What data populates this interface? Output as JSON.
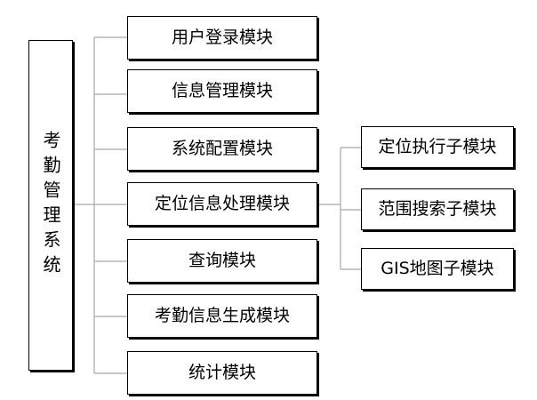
{
  "root": {
    "label": "考勤管理系统"
  },
  "modules": [
    {
      "label": "用户登录模块"
    },
    {
      "label": "信息管理模块"
    },
    {
      "label": "系统配置模块"
    },
    {
      "label": "定位信息处理模块"
    },
    {
      "label": "查询模块"
    },
    {
      "label": "考勤信息生成模块"
    },
    {
      "label": "统计模块"
    }
  ],
  "submodules": [
    {
      "label": "定位执行子模块"
    },
    {
      "label": "范围搜索子模块"
    },
    {
      "label": "GIS地图子模块"
    }
  ]
}
